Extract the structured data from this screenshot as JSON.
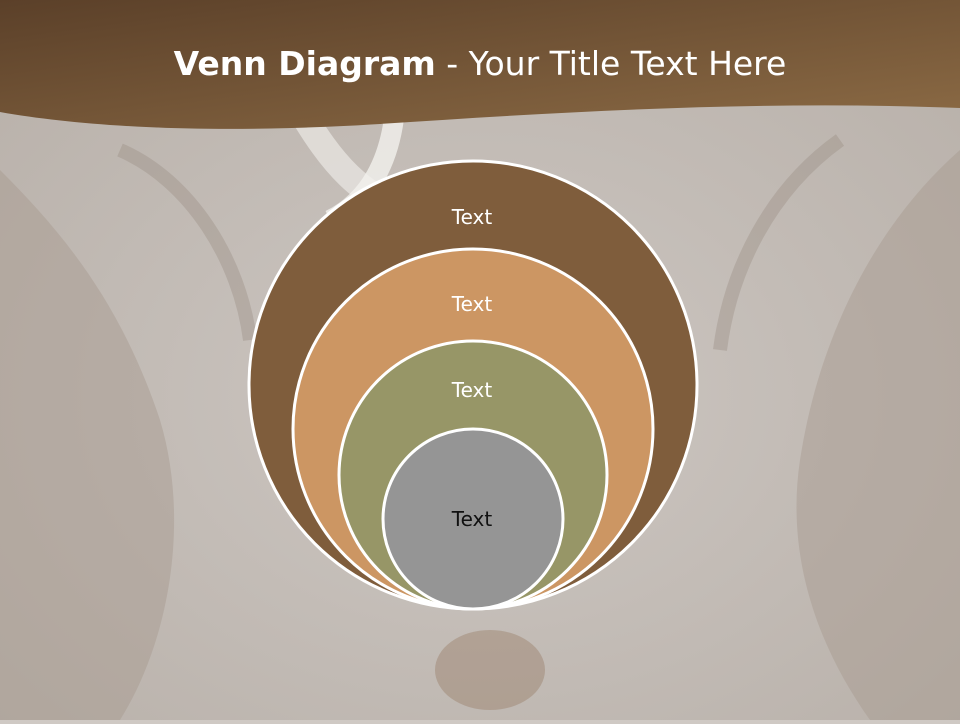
{
  "slide": {
    "title_bold": "Venn Diagram",
    "title_rest": " - Your Title Text Here"
  },
  "diagram": {
    "circles": [
      {
        "label": "Text",
        "fill": "#7f5d3c",
        "text_color": "#ffffff"
      },
      {
        "label": "Text",
        "fill": "#cc9663",
        "text_color": "#ffffff"
      },
      {
        "label": "Text",
        "fill": "#979667",
        "text_color": "#ffffff"
      },
      {
        "label": "Text",
        "fill": "#959595",
        "text_color": "#111111"
      }
    ]
  },
  "colors": {
    "header_dark": "#5b4029",
    "header_light": "#8a6a45",
    "background": "#cfc9c4"
  }
}
